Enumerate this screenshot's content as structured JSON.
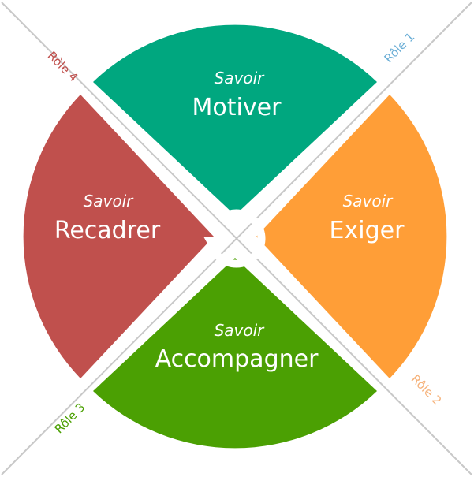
{
  "colors": {
    "motiver": "#00A77F",
    "exiger": "#FF9E37",
    "accompagner": "#4BA003",
    "recadrer": "#C0504D",
    "line": "#C8C8C8",
    "text_on_sector": "#FFFFFF",
    "role1": "#6BAED6",
    "role2": "#F6B27A",
    "role3": "#4BA003",
    "role4": "#C0504D"
  },
  "sectors": {
    "motiver": {
      "prefix": "Savoir",
      "title": "Motiver"
    },
    "exiger": {
      "prefix": "Savoir",
      "title": "Exiger"
    },
    "accompagner": {
      "prefix": "Savoir",
      "title": "Accompagner"
    },
    "recadrer": {
      "prefix": "Savoir",
      "title": "Recadrer"
    }
  },
  "roles": {
    "role1": "Rôle 1",
    "role2": "Rôle 2",
    "role3": "Rôle 3",
    "role4": "Rôle 4"
  },
  "center_icon": "cycle-arrow-icon"
}
